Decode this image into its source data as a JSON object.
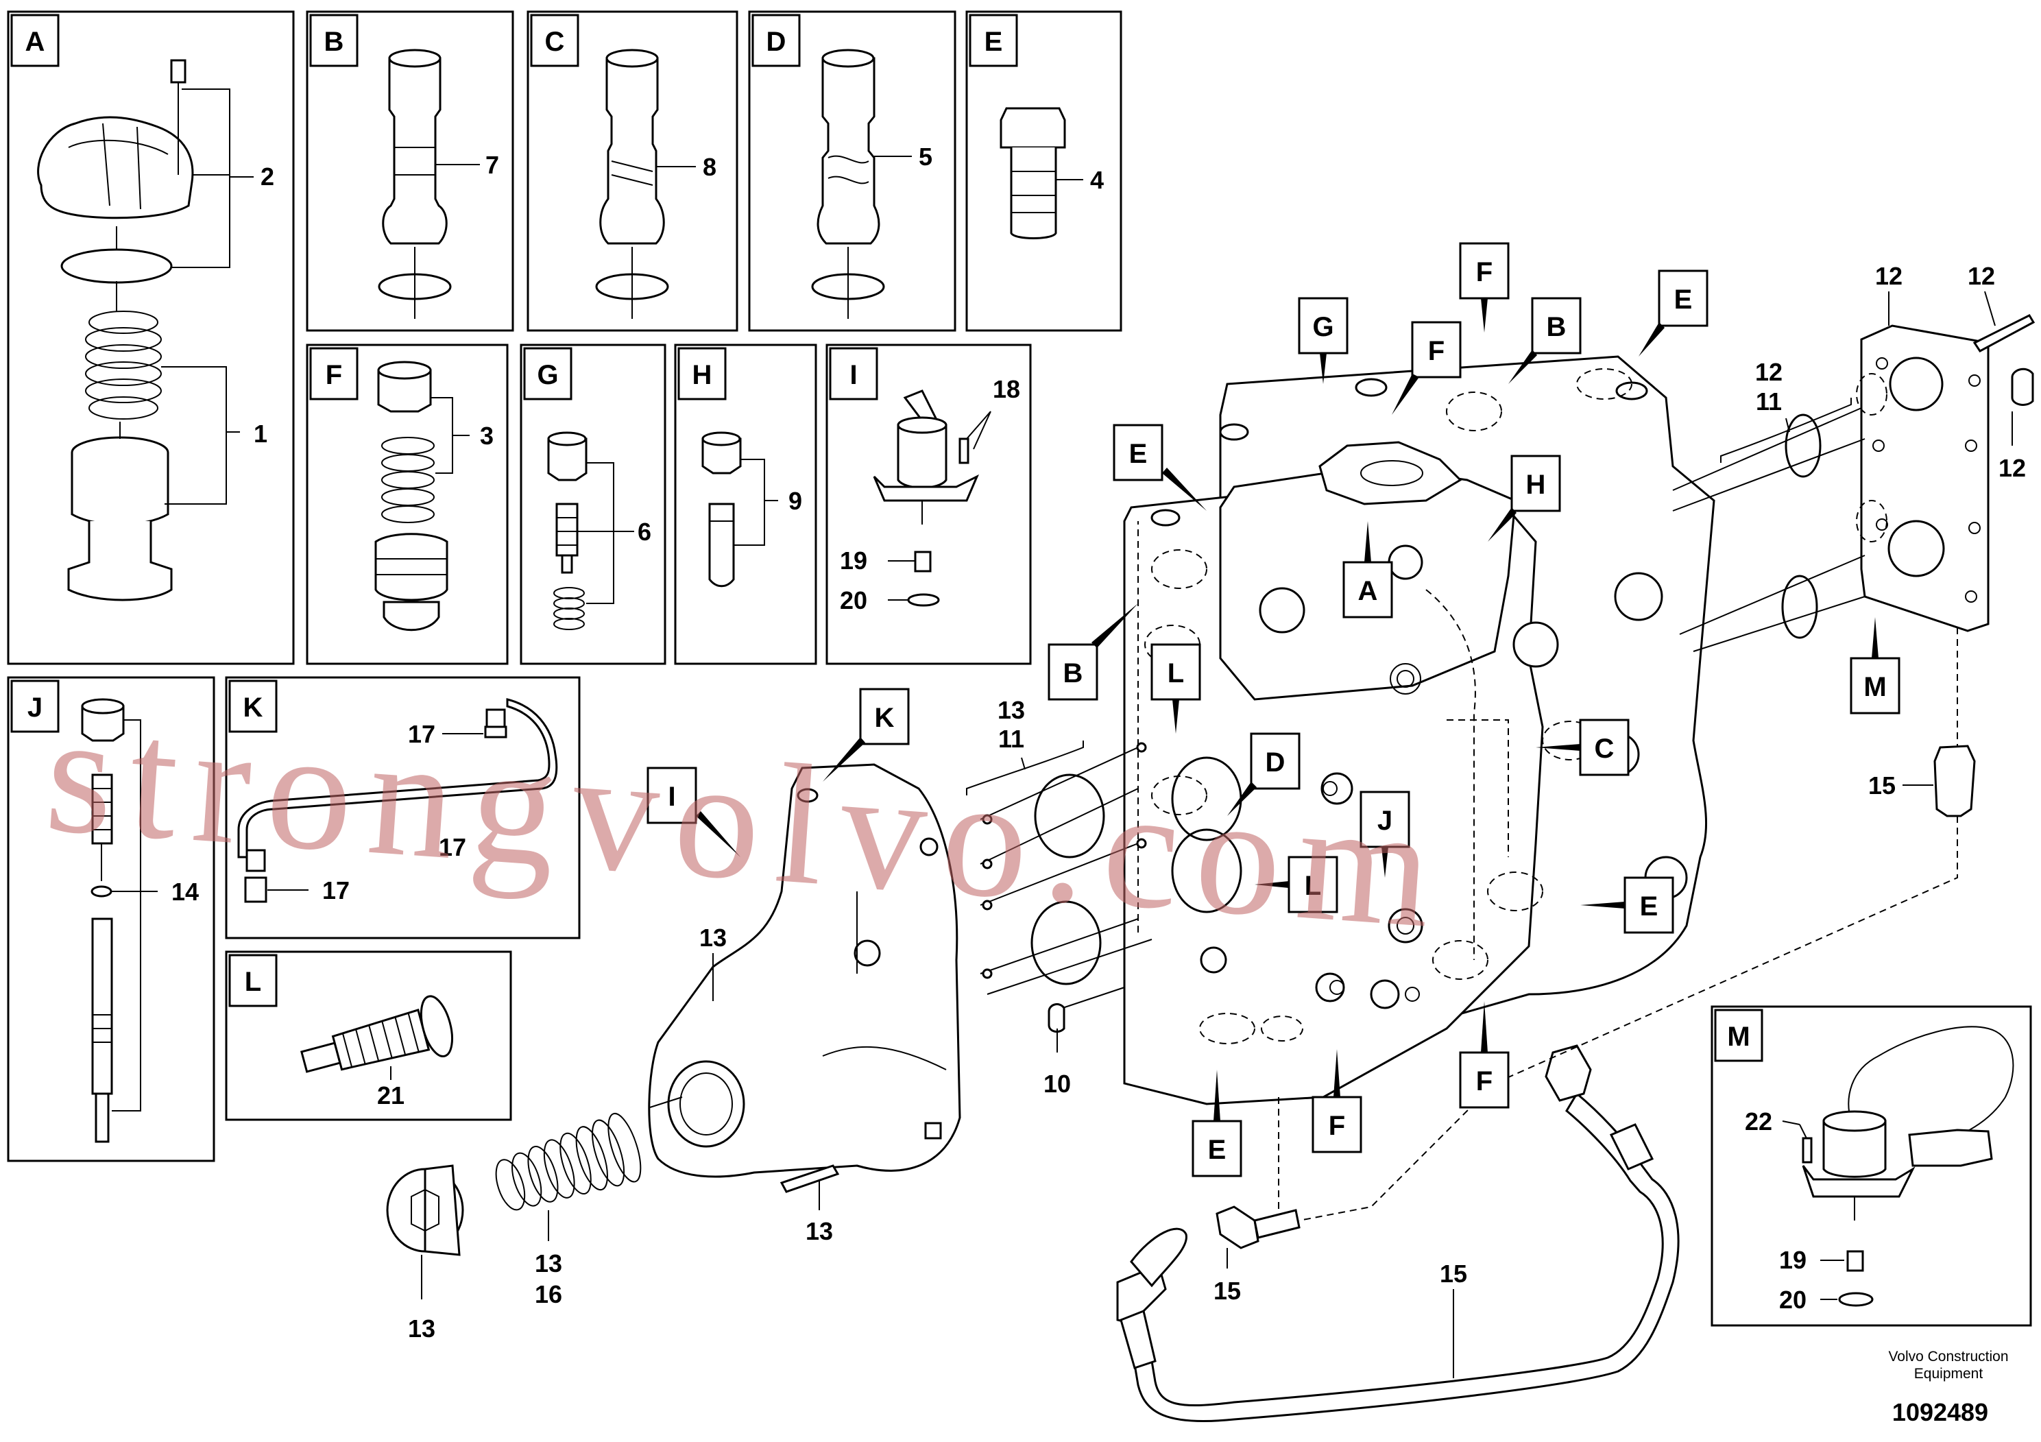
{
  "panels": [
    {
      "letter": "A"
    },
    {
      "letter": "B"
    },
    {
      "letter": "C"
    },
    {
      "letter": "D"
    },
    {
      "letter": "E"
    },
    {
      "letter": "F"
    },
    {
      "letter": "G"
    },
    {
      "letter": "H"
    },
    {
      "letter": "I"
    },
    {
      "letter": "J"
    },
    {
      "letter": "K"
    },
    {
      "letter": "L"
    },
    {
      "letter": "M"
    }
  ],
  "part_numbers": {
    "n1": "1",
    "n2": "2",
    "n3": "3",
    "n4": "4",
    "n5": "5",
    "n6": "6",
    "n7": "7",
    "n8": "8",
    "n9": "9",
    "n10": "10",
    "n11": "11",
    "n12": "12",
    "n13": "13",
    "n14": "14",
    "n15": "15",
    "n16": "16",
    "n17": "17",
    "n18": "18",
    "n19": "19",
    "n20": "20",
    "n21": "21",
    "n22": "22"
  },
  "callouts": [
    "A",
    "B",
    "C",
    "D",
    "E",
    "F",
    "G",
    "H",
    "I",
    "J",
    "K",
    "L",
    "M"
  ],
  "watermark": "strongvolvo.com",
  "footer": {
    "company": "Volvo Construction",
    "company_line2": "Equipment",
    "drawing_number": "1092489"
  }
}
